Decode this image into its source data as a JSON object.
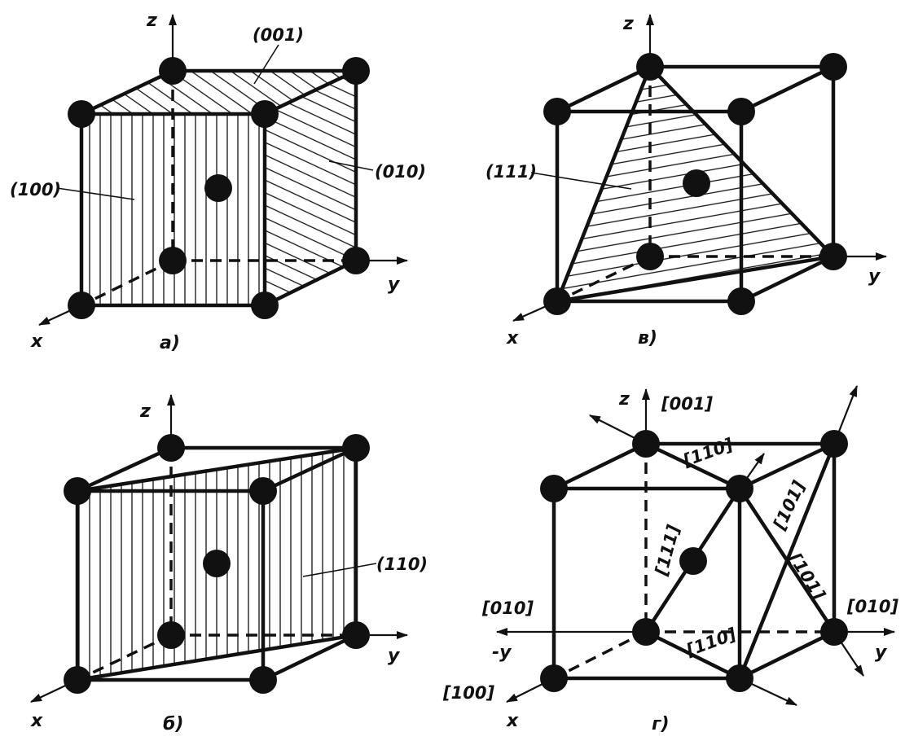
{
  "axes": {
    "x": "x",
    "y": "y",
    "z": "z",
    "neg_y": "-y"
  },
  "panel_a": {
    "caption": "а)",
    "plane_001": "(001)",
    "plane_100": "(100)",
    "plane_010": "(010)"
  },
  "panel_b": {
    "caption": "б)",
    "plane_110": "(110)"
  },
  "panel_v": {
    "caption": "в)",
    "plane_111": "(111)"
  },
  "panel_g": {
    "caption": "г)",
    "dir_001": "[001]",
    "dir_010_left": "[010]",
    "dir_010_right": "[010]",
    "dir_100": "[100]",
    "dir_110_top": "[110]",
    "dir_110_bottom": "[110]",
    "dir_111": "[111]",
    "dir_101": "[101]",
    "dir_101_bar": "[101]"
  }
}
